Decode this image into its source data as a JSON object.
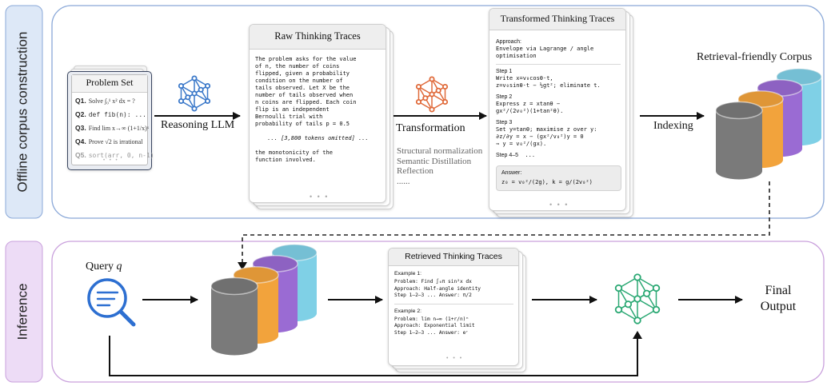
{
  "colors": {
    "offline_panel_border": "#8aa8d8",
    "offline_tab_fill": "#dde8f7",
    "inference_panel_border": "#c9a0dc",
    "inference_tab_fill": "#eddcf6",
    "llm_icon": "#3a78c9",
    "transform_icon": "#e06a3a",
    "final_icon": "#2aa873",
    "query_icon": "#2d6fd1",
    "cyl_gray": "#7a7a7a",
    "cyl_orange": "#f2a33c",
    "cyl_purple": "#9a6bd3",
    "cyl_cyan": "#7fd0e6"
  },
  "sections": {
    "offline": "Offline corpus construction",
    "inference": "Inference"
  },
  "problem_set": {
    "title": "Problem Set",
    "items": [
      {
        "id": "Q1.",
        "text": "Solve ∫₀¹ x² dx = ?"
      },
      {
        "id": "Q2.",
        "text": "def fib(n): ..."
      },
      {
        "id": "Q3.",
        "text": "Find lim x→∞ (1+1/x)ˣ"
      },
      {
        "id": "Q4.",
        "text": "Prove √2 is irrational"
      },
      {
        "id": "Q5.",
        "text": "sort(arr, 0, n-1)"
      }
    ],
    "more": "• • •"
  },
  "labels": {
    "reasoning_llm": "Reasoning LLM",
    "transformation": "Transformation",
    "indexing": "Indexing",
    "corpus": "Retrieval-friendly Corpus",
    "query_prefix": "Query ",
    "query_var": "q",
    "final_output_1": "Final",
    "final_output_2": "Output"
  },
  "transformation_types": [
    "Structural normalization",
    "Semantic Distillation",
    "Reflection",
    "......"
  ],
  "raw_traces": {
    "title": "Raw Thinking Traces",
    "lines": [
      "The problem asks for the value",
      "of n, the number of coins",
      "flipped, given a probability",
      "condition on the number of",
      "tails observed. Let X be the",
      "number of tails observed when",
      "n coins are flipped. Each coin",
      "flip is an independent",
      "Bernoulli trial with",
      "probability of tails p = 0.5"
    ],
    "omitted": "... [3,800 tokens omitted] ...",
    "tail_lines": [
      "the monotonicity of the",
      "function involved."
    ],
    "more": "• • •"
  },
  "transformed_traces": {
    "title": "Transformed Thinking Traces",
    "approach_label": "Approach:",
    "approach_text": [
      "Envelope via Lagrange / angle",
      "optimisation"
    ],
    "steps": [
      {
        "label": "Step 1",
        "lines": [
          "Write x=v₀cosθ·t,",
          "z=v₀sinθ·t − ½gt²; eliminate t."
        ]
      },
      {
        "label": "Step 2",
        "lines": [
          "Express z = xtanθ −",
          "gx²/(2v₀²)(1+tan²θ)."
        ]
      },
      {
        "label": "Step 3",
        "lines": [
          "Set y=tanθ; maximise z over y:",
          "∂z/∂y = x − (gx²/v₀²)y = 0",
          "⇒ y = v₀²/(gx)."
        ]
      },
      {
        "label": "Step 4–5",
        "lines": [
          "  ..."
        ]
      }
    ],
    "answer_label": "Answer:",
    "answer_text": "z₀ = v₀²/(2g), k = g/(2v₀²)",
    "more": "• • •"
  },
  "retrieved_traces": {
    "title": "Retrieved Thinking Traces",
    "examples": [
      {
        "label": "Example 1:",
        "lines": [
          "Problem: Find ∫₀π sin²x dx",
          "Approach: Half-angle identity",
          "Step 1–2–3 ... Answer: π/2"
        ]
      },
      {
        "label": "Example 2:",
        "lines": [
          "Problem: lim n→∞ (1+r/n)ⁿ",
          "Approach: Exponential limit",
          "Step 1–2–3 ... Answer: eʳ"
        ]
      }
    ],
    "more": "• • •"
  }
}
